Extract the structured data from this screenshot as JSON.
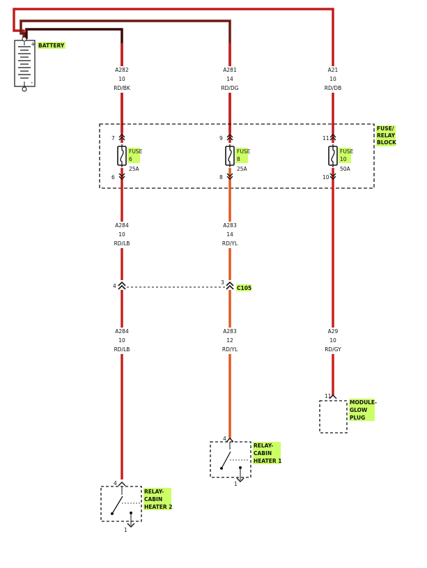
{
  "battery": {
    "label": "BATTERY",
    "pos": "+",
    "neg": "-"
  },
  "wires_top": [
    {
      "circuit": "A282",
      "gauge": "10",
      "color": "RD/BK"
    },
    {
      "circuit": "A281",
      "gauge": "14",
      "color": "RD/DG"
    },
    {
      "circuit": "A21",
      "gauge": "10",
      "color": "RD/DB"
    }
  ],
  "fuse_block": {
    "label_line1": "FUSE/",
    "label_line2": "RELAY",
    "label_line3": "BLOCK"
  },
  "fuses": [
    {
      "label": "FUSE",
      "number": "6",
      "rating": "25A",
      "pin_in": "7",
      "pin_out": "6"
    },
    {
      "label": "FUSE",
      "number": "8",
      "rating": "25A",
      "pin_in": "9",
      "pin_out": "8"
    },
    {
      "label": "FUSE",
      "number": "10",
      "rating": "50A",
      "pin_in": "11",
      "pin_out": "10"
    }
  ],
  "wires_mid": [
    {
      "circuit": "A284",
      "gauge": "10",
      "color": "RD/LB"
    },
    {
      "circuit": "A283",
      "gauge": "14",
      "color": "RD/YL"
    }
  ],
  "connector": {
    "label": "C105",
    "pin_a": "4",
    "pin_b": "3"
  },
  "wires_low": [
    {
      "circuit": "A284",
      "gauge": "10",
      "color": "RD/LB"
    },
    {
      "circuit": "A283",
      "gauge": "12",
      "color": "RD/YL"
    },
    {
      "circuit": "A29",
      "gauge": "10",
      "color": "RD/GY"
    }
  ],
  "module": {
    "pin": "11",
    "line1": "MODULE-",
    "line2": "GLOW",
    "line3": "PLUG"
  },
  "relay1": {
    "pin_in": "4",
    "pin_out": "1",
    "line1": "RELAY-",
    "line2": "CABIN",
    "line3": "HEATER 1"
  },
  "relay2": {
    "pin_in": "4",
    "pin_out": "1",
    "line1": "RELAY-",
    "line2": "CABIN",
    "line3": "HEATER 2"
  },
  "colors": {
    "red": "#c8201e",
    "darkred": "#5a0f0f",
    "orange": "#e05a22",
    "highlight": "#ccff66",
    "ink": "#111111"
  }
}
